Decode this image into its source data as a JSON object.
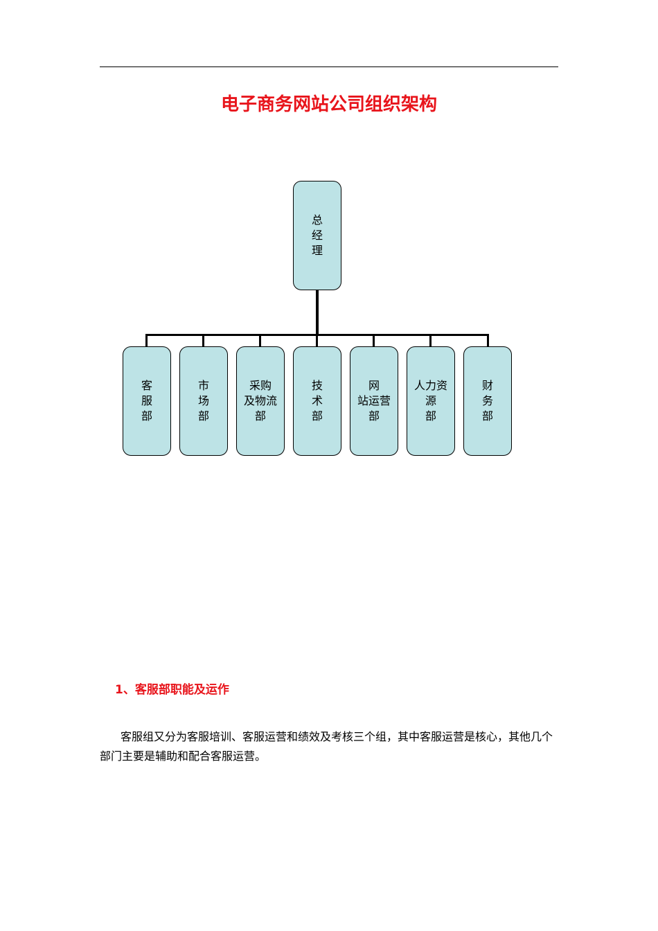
{
  "document": {
    "title": "电子商务网站公司组织架构"
  },
  "org_chart": {
    "root": {
      "label": "总\n经\n理"
    },
    "departments": [
      {
        "label": "客\n服\n部"
      },
      {
        "label": "市\n场\n部"
      },
      {
        "label": "采购\n及物流\n部"
      },
      {
        "label": "技\n术\n部"
      },
      {
        "label": "网\n站运营\n部"
      },
      {
        "label": "人力资\n源\n部"
      },
      {
        "label": "财\n务\n部"
      }
    ],
    "node_fill": "#bde3e6",
    "line_color": "#000000"
  },
  "section1": {
    "heading": "1、客服部职能及运作",
    "paragraph": "客服组又分为客服培训、客服运营和绩效及考核三个组，其中客服运营是核心，其他几个部门主要是辅助和配合客服运营。"
  },
  "colors": {
    "title_red": "#e8141b",
    "text": "#000000"
  }
}
